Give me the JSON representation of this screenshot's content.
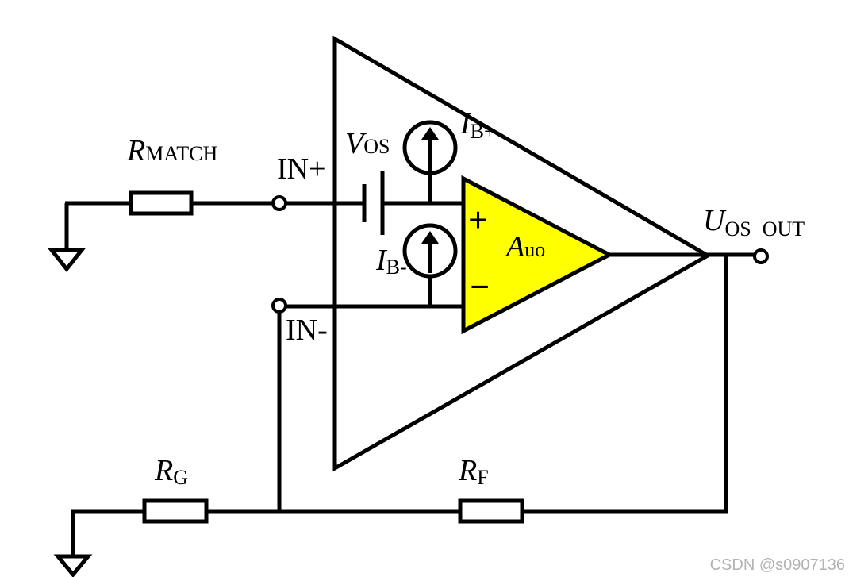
{
  "labels": {
    "r_match": {
      "symbol": "R",
      "sub": "MATCH"
    },
    "in_plus": "IN+",
    "v_os": {
      "symbol": "V",
      "sub": "OS"
    },
    "i_b_plus": {
      "symbol": "I",
      "sub": "B+"
    },
    "i_b_minus": {
      "symbol": "I",
      "sub": "B-"
    },
    "a_uo": {
      "symbol": "A",
      "sub": "uo"
    },
    "u_os_out": {
      "symbol": "U",
      "sub": "OS",
      "suffix": "OUT"
    },
    "in_minus": "IN-",
    "r_g": {
      "symbol": "R",
      "sub": "G"
    },
    "r_f": {
      "symbol": "R",
      "sub": "F"
    },
    "plus_sign": "+",
    "minus_sign": "−"
  },
  "colors": {
    "wire": "#000000",
    "ideal_amp_fill": "#ffff00",
    "background": "#ffffff",
    "watermark": "#b3b3b3"
  },
  "watermark": "CSDN @s0907136"
}
